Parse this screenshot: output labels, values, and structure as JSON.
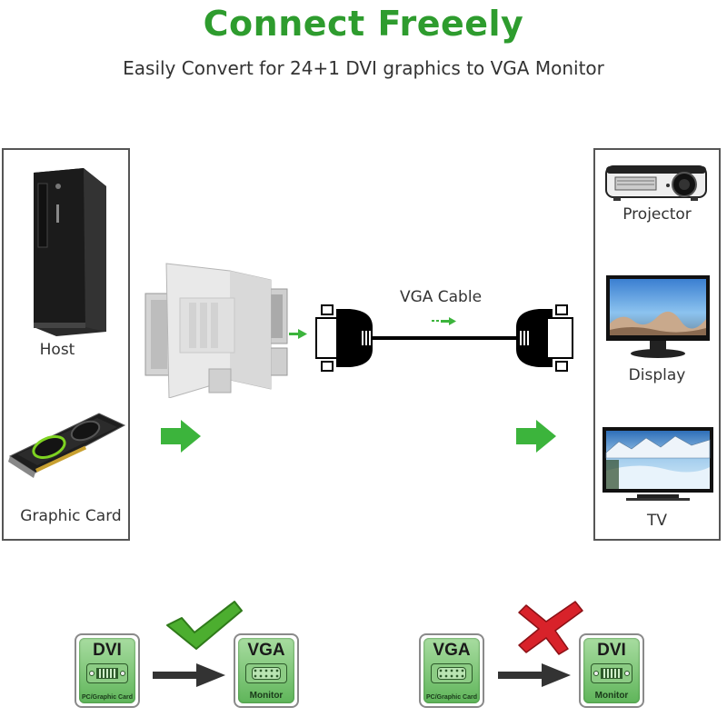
{
  "header": {
    "title": "Connect Freeely",
    "subtitle": "Easily Convert for 24+1 DVI graphics to VGA Monitor"
  },
  "sources": {
    "items": [
      {
        "label": "Host",
        "icon": "desktop-tower-icon"
      },
      {
        "label": "Graphic Card",
        "icon": "graphics-card-icon"
      }
    ]
  },
  "middle": {
    "adapter_icon": "dvi-to-vga-adapter-icon",
    "cable_label": "VGA Cable"
  },
  "targets": {
    "items": [
      {
        "label": "Projector",
        "icon": "projector-icon"
      },
      {
        "label": "Display",
        "icon": "monitor-icon"
      },
      {
        "label": "TV",
        "icon": "tv-icon"
      }
    ]
  },
  "compat": {
    "supported": {
      "from": {
        "title": "DVI",
        "sub": "PC/Graphic Card"
      },
      "to": {
        "title": "VGA",
        "sub": "Monitor"
      },
      "status_icon": "checkmark-icon"
    },
    "unsupported": {
      "from": {
        "title": "VGA",
        "sub": "PC/Graphic Card"
      },
      "to": {
        "title": "DVI",
        "sub": "Monitor"
      },
      "status_icon": "cross-icon"
    }
  },
  "colors": {
    "brand_green": "#2e9c2e",
    "arrow_green": "#3cb43c",
    "ok_green": "#4cae2f",
    "bad_red": "#d8222a"
  }
}
